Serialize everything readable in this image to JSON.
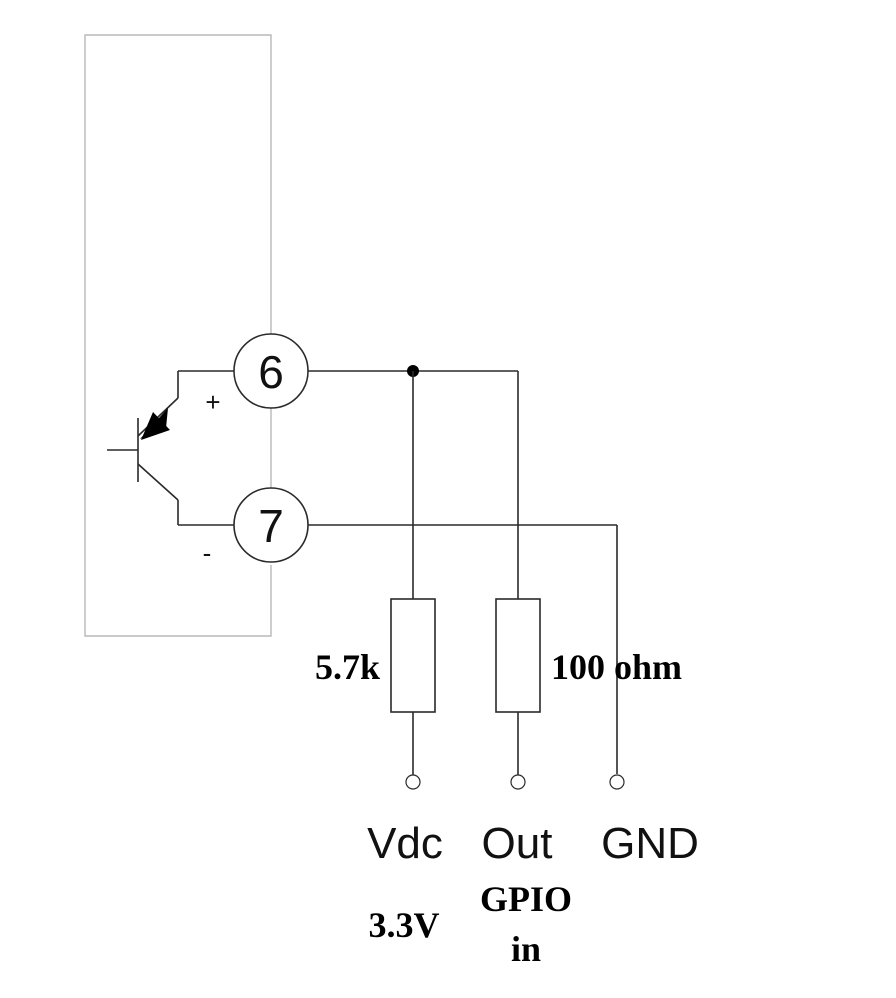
{
  "pins": {
    "top": "6",
    "bottom": "7"
  },
  "polarity": {
    "plus": "+",
    "minus": "-"
  },
  "resistors": {
    "left_value": "5.7k",
    "right_value": "100 ohm"
  },
  "terminals": {
    "vdc": "Vdc",
    "out": "Out",
    "gnd": "GND"
  },
  "notes": {
    "supply": "3.3V",
    "gpio_line1": "GPIO",
    "gpio_line2": "in"
  },
  "colors": {
    "wire": "#2a2a2a",
    "enclosure": "#b8b8b8"
  }
}
